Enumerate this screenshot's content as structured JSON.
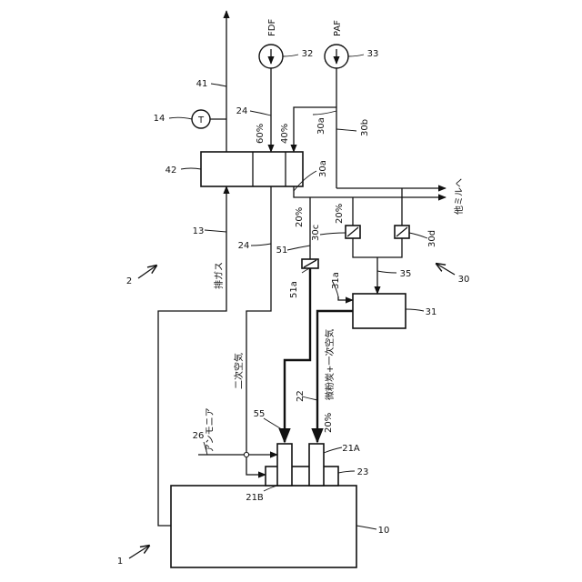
{
  "components": {
    "furnace": "10",
    "furnace_wall": "23",
    "burner_a": "21A",
    "burner_b": "21B",
    "flow_22": "22",
    "flow_24": "24",
    "flow_24b": "24",
    "ammonia_line": "26",
    "mill": "31",
    "mill_31a": "31a",
    "fdf_ref": "32",
    "paf_ref": "33",
    "heater": "42",
    "line_41": "41",
    "line_13": "13",
    "temp_ref": "14",
    "temp_symbol": "T",
    "line_30a_top": "30a",
    "line_30a_mid": "30a",
    "line_30b": "30b",
    "line_30c": "30c",
    "line_30d": "30d",
    "line_35": "35",
    "line_51": "51",
    "valve_51a": "51a",
    "node_55": "55",
    "sys_1": "1",
    "sys_2": "2",
    "sys_30": "30"
  },
  "labels": {
    "fdf": "FDF",
    "paf": "PAF",
    "pct_60": "60%",
    "pct_40": "40%",
    "pct_20_a": "20%",
    "pct_20_b": "20%",
    "pct_20_c": "20%",
    "exhaust_gas": "排ガス",
    "other_mills": "他ミルへ",
    "secondary_air": "二次空気",
    "ammonia": "アンモニア",
    "coal_primary_air": "微粉炭+一次空気"
  }
}
